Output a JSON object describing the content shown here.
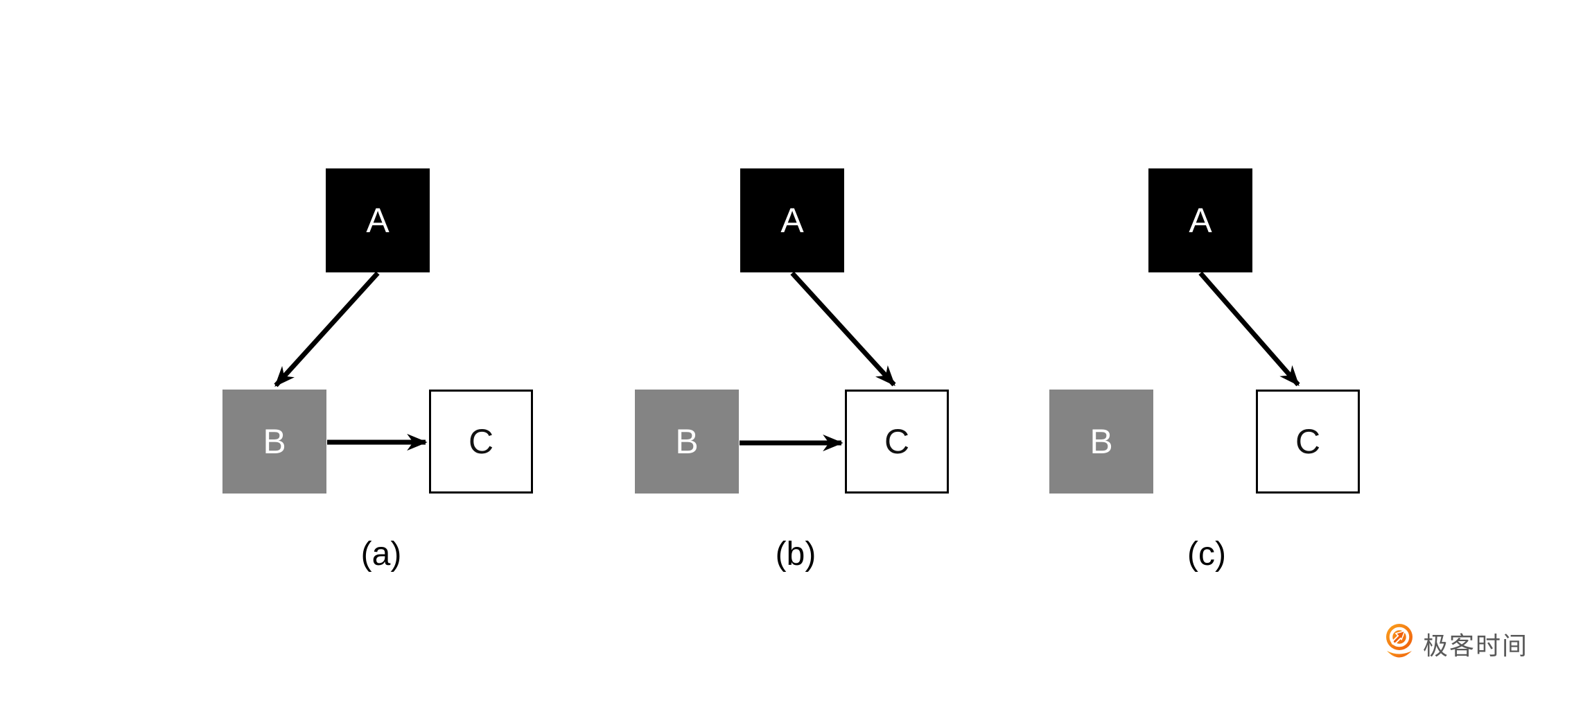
{
  "figure": {
    "background": "#ffffff",
    "subfigure_count": 3
  },
  "colors": {
    "node-black": "#000000",
    "node-gray": "#848484",
    "node-white": "#ffffff",
    "stroke": "#000000",
    "logo-text": "#595959",
    "logo-orange-light": "#faa21e",
    "logo-orange-dark": "#ef5b0b"
  },
  "diagrams": [
    {
      "caption": "(a)",
      "nodes": {
        "a": {
          "label": "A"
        },
        "b": {
          "label": "B"
        },
        "c": {
          "label": "C"
        }
      },
      "edges": [
        {
          "from": "A",
          "to": "B"
        },
        {
          "from": "B",
          "to": "C"
        }
      ]
    },
    {
      "caption": "(b)",
      "nodes": {
        "a": {
          "label": "A"
        },
        "b": {
          "label": "B"
        },
        "c": {
          "label": "C"
        }
      },
      "edges": [
        {
          "from": "A",
          "to": "C"
        },
        {
          "from": "B",
          "to": "C"
        }
      ]
    },
    {
      "caption": "(c)",
      "nodes": {
        "a": {
          "label": "A"
        },
        "b": {
          "label": "B"
        },
        "c": {
          "label": "C"
        }
      },
      "edges": [
        {
          "from": "A",
          "to": "C"
        }
      ]
    }
  ],
  "logo": {
    "icon": "geektime-logo-icon",
    "text": "极客时间"
  }
}
